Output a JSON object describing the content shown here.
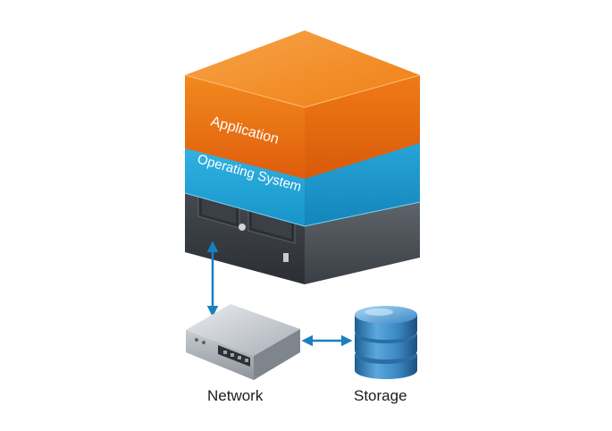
{
  "layers": {
    "application": "Application",
    "operating_system": "Operating System"
  },
  "components": {
    "network": "Network",
    "storage": "Storage"
  },
  "colors": {
    "application_front": "#e96c12",
    "application_side": "#e26a10",
    "application_top": "#f4911f",
    "os_front": "#21a9dc",
    "os_side": "#1b95c8",
    "server_front": "#3a3f46",
    "server_side": "#4d535b",
    "connector": "#1a7fc1",
    "storage": "#3f8fc7"
  },
  "icons": [
    "server-icon",
    "network-switch-icon",
    "storage-database-icon"
  ]
}
